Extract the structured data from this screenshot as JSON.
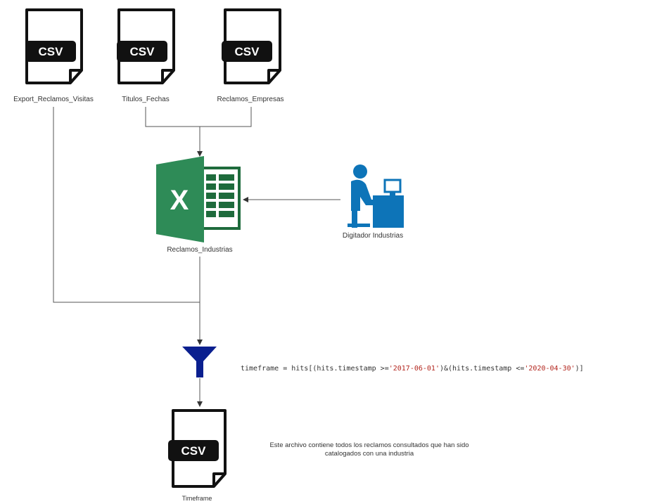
{
  "files": {
    "export": {
      "badge": "CSV",
      "label": "Export_Reclamos_Visitas"
    },
    "titulos": {
      "badge": "CSV",
      "label": "Titulos_Fechas"
    },
    "empresas": {
      "badge": "CSV",
      "label": "Reclamos_Empresas"
    },
    "timeframe": {
      "badge": "CSV",
      "label": "Timeframe"
    }
  },
  "excel": {
    "letter": "X",
    "label": "Reclamos_Industrias"
  },
  "person": {
    "label": "Digitador Industrias"
  },
  "filter": {
    "code_prefix": "timeframe = hits[(hits.timestamp >=",
    "date_start": "'2017-06-01'",
    "code_middle": ")&(hits.timestamp <=",
    "date_end": "'2020-04-30'",
    "code_suffix": ")]"
  },
  "note": {
    "line1": "Este archivo contiene todos los reclamos consultados que han sido",
    "line2": "catalogados con una industria"
  },
  "colors": {
    "excel_dark": "#1e6b3c",
    "excel_light": "#2e8b57",
    "person_blue": "#0d74b8",
    "filter_navy": "#0a1f8f",
    "code_string": "#b3261e"
  }
}
